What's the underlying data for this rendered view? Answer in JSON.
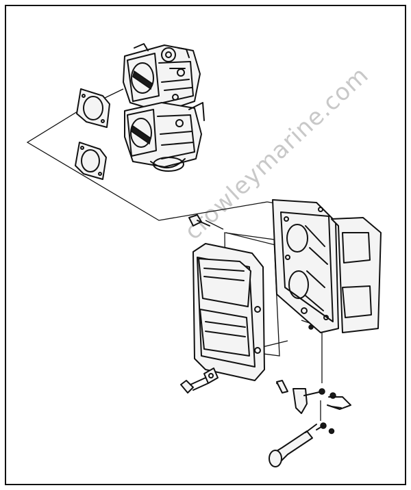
{
  "watermark": "crowleymarine.com",
  "parts": {
    "carburetor_upper": "carburetor-upper",
    "carburetor_lower": "carburetor-lower",
    "gasket_upper": "carburetor-gasket-upper",
    "gasket_lower": "carburetor-gasket-lower",
    "intake_manifold": "intake-manifold",
    "air_silencer": "air-silencer",
    "bolt": "bolt",
    "linkage": "throttle-linkage",
    "knob": "choke-knob"
  }
}
